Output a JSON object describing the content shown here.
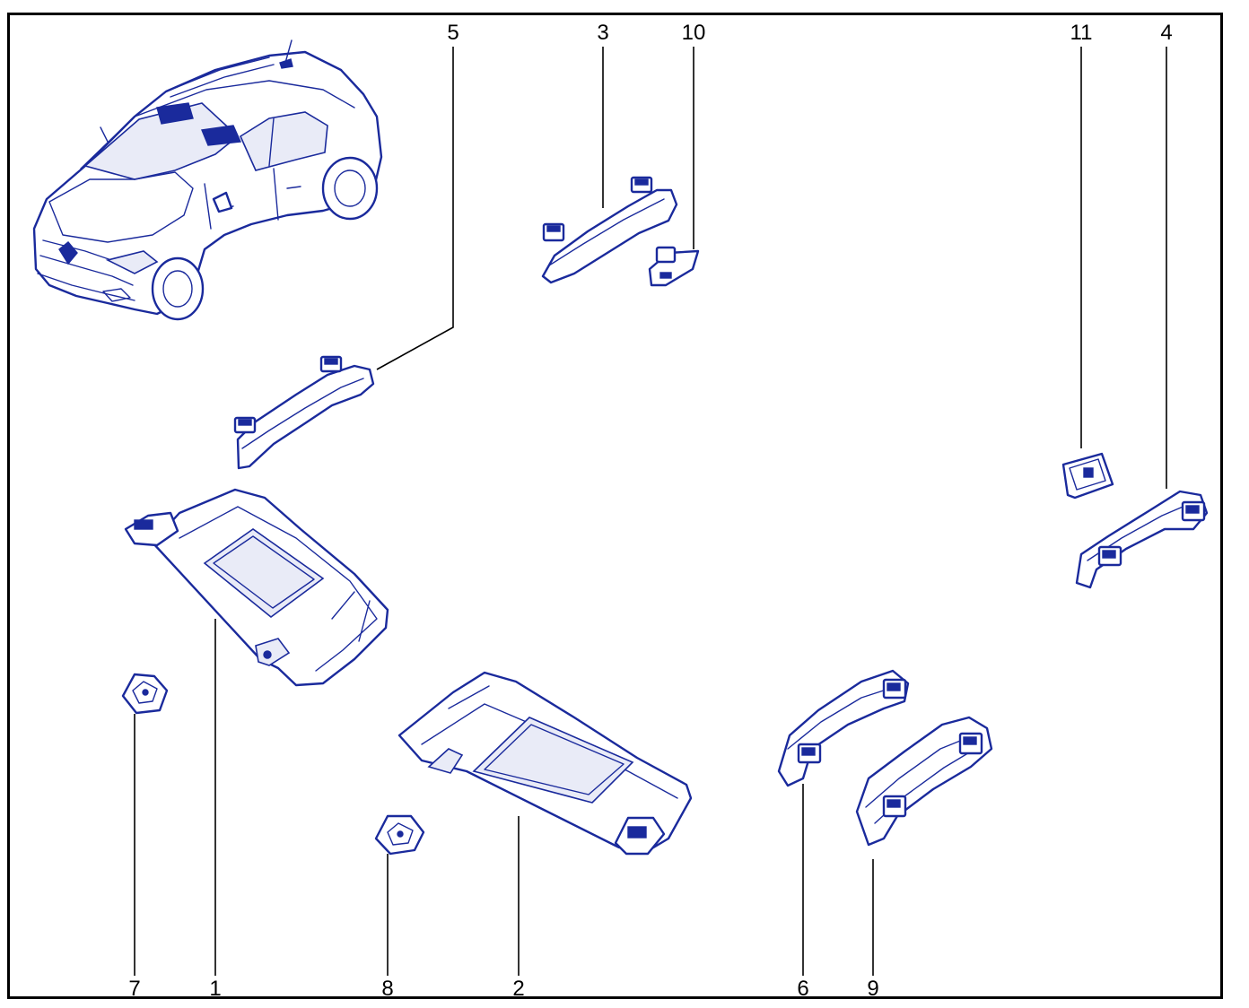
{
  "diagram": {
    "colors": {
      "line": "#1a2a9c",
      "callout": "#000000",
      "background": "#ffffff"
    },
    "callouts": [
      {
        "id": "1",
        "label": "1"
      },
      {
        "id": "2",
        "label": "2"
      },
      {
        "id": "3",
        "label": "3"
      },
      {
        "id": "4",
        "label": "4"
      },
      {
        "id": "5",
        "label": "5"
      },
      {
        "id": "6",
        "label": "6"
      },
      {
        "id": "7",
        "label": "7"
      },
      {
        "id": "8",
        "label": "8"
      },
      {
        "id": "9",
        "label": "9"
      },
      {
        "id": "10",
        "label": "10"
      },
      {
        "id": "11",
        "label": "11"
      }
    ],
    "icons": [
      "car-illustration",
      "sun-visor-left-icon",
      "sun-visor-right-icon",
      "grab-handle-icon",
      "visor-clip-icon",
      "handle-cover-icon"
    ]
  }
}
